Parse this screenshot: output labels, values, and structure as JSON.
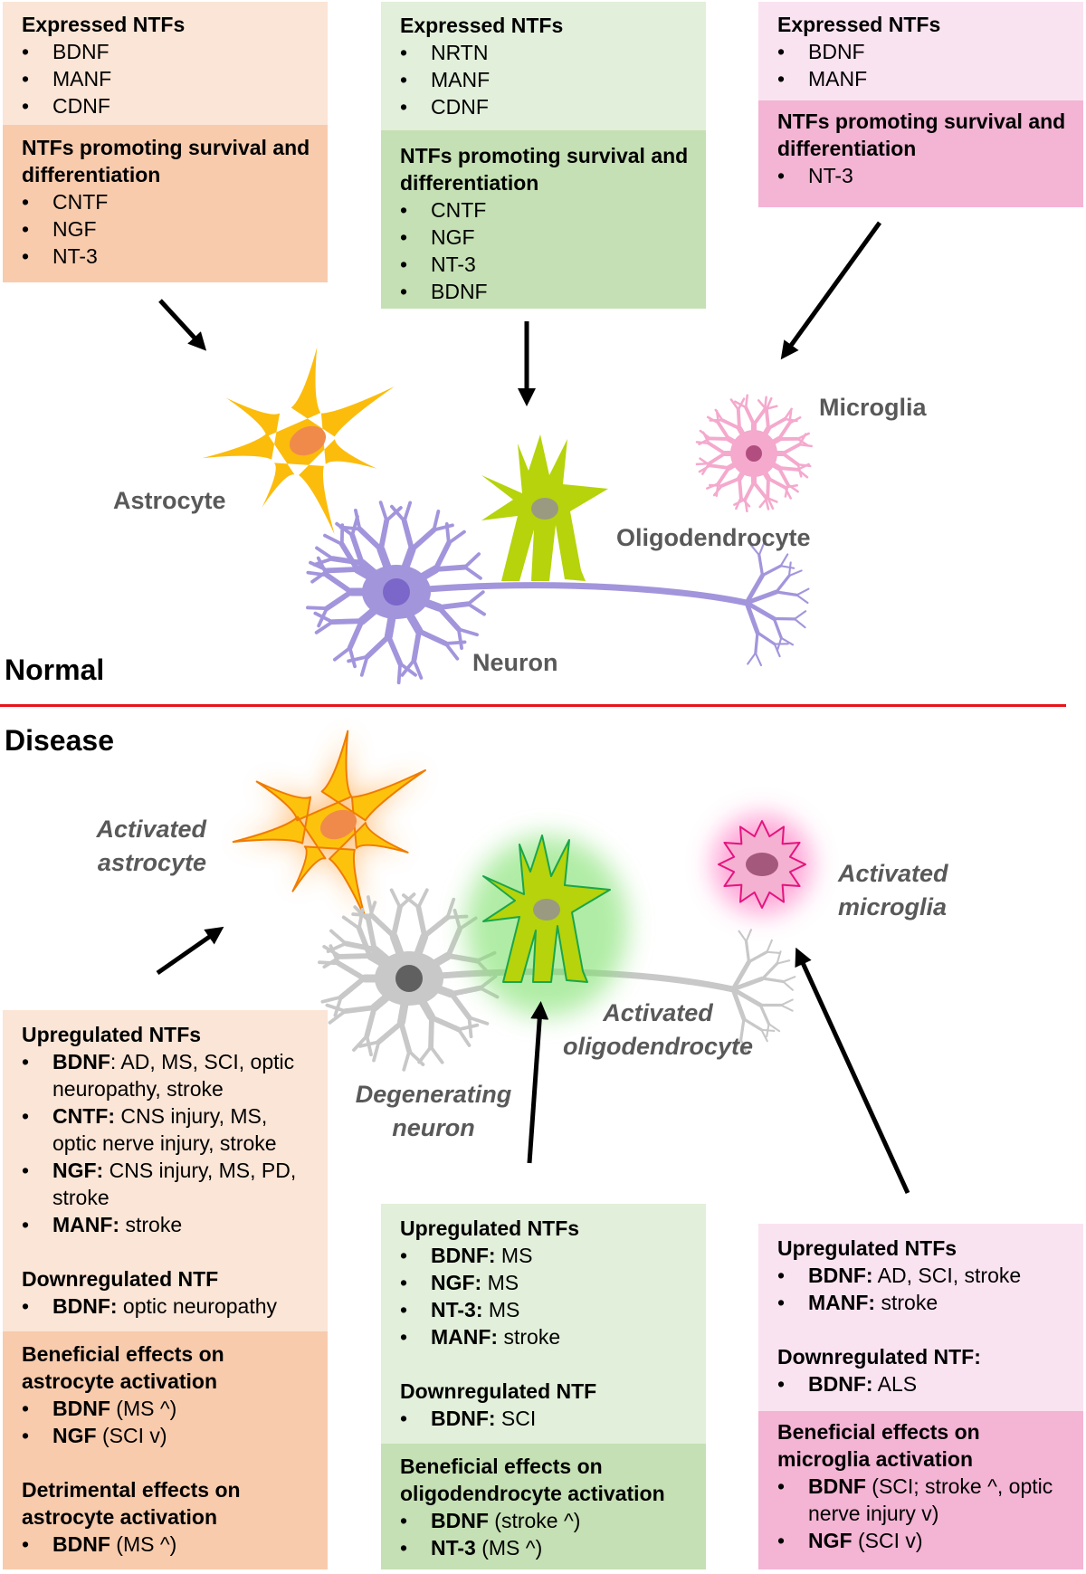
{
  "colors": {
    "astrocyte_light": "#fbe5d6",
    "astrocyte_dark": "#f8cbad",
    "oligo_light": "#e2efda",
    "oligo_dark": "#c5e0b4",
    "microglia_light": "#fae3f0",
    "microglia_dark": "#f4b4d4",
    "divider": "#e8141b",
    "label": "#595959"
  },
  "states": {
    "normal": "Normal",
    "disease": "Disease"
  },
  "labels": {
    "astrocyte": "Astrocyte",
    "microglia": "Microglia",
    "oligodendrocyte": "Oligodendrocyte",
    "neuron": "Neuron",
    "activated_astrocyte": [
      "Activated",
      "astrocyte"
    ],
    "activated_microglia": [
      "Activated",
      "microglia"
    ],
    "activated_oligodendrocyte": [
      "Activated",
      "oligodendrocyte"
    ],
    "degenerating_neuron": [
      "Degenerating",
      "neuron"
    ]
  },
  "boxes": [
    {
      "id": "normal-astrocyte",
      "theme": "astrocyte",
      "parts": [
        {
          "sections": [
            {
              "heading": "Expressed NTFs",
              "items": [
                {
                  "b": "",
                  "t": "BDNF"
                },
                {
                  "b": "",
                  "t": "MANF"
                },
                {
                  "b": "",
                  "t": "CDNF"
                }
              ]
            }
          ]
        },
        {
          "sections": [
            {
              "heading": "NTFs promoting survival and differentiation",
              "items": [
                {
                  "b": "",
                  "t": "CNTF"
                },
                {
                  "b": "",
                  "t": "NGF"
                },
                {
                  "b": "",
                  "t": "NT-3"
                }
              ]
            }
          ]
        }
      ]
    },
    {
      "id": "normal-oligo",
      "theme": "oligo",
      "parts": [
        {
          "sections": [
            {
              "heading": "Expressed NTFs",
              "items": [
                {
                  "b": "",
                  "t": "NRTN"
                },
                {
                  "b": "",
                  "t": "MANF"
                },
                {
                  "b": "",
                  "t": "CDNF"
                }
              ]
            }
          ]
        },
        {
          "sections": [
            {
              "heading": "NTFs promoting survival and differentiation",
              "items": [
                {
                  "b": "",
                  "t": "CNTF"
                },
                {
                  "b": "",
                  "t": "NGF"
                },
                {
                  "b": "",
                  "t": "NT-3"
                },
                {
                  "b": "",
                  "t": "BDNF"
                }
              ]
            }
          ]
        }
      ]
    },
    {
      "id": "normal-microglia",
      "theme": "microglia",
      "parts": [
        {
          "sections": [
            {
              "heading": "Expressed NTFs",
              "items": [
                {
                  "b": "",
                  "t": "BDNF"
                },
                {
                  "b": "",
                  "t": "MANF"
                }
              ]
            }
          ]
        },
        {
          "sections": [
            {
              "heading": "NTFs promoting survival and differentiation",
              "items": [
                {
                  "b": "",
                  "t": "NT-3"
                }
              ]
            }
          ]
        }
      ]
    },
    {
      "id": "disease-astrocyte",
      "theme": "astrocyte",
      "parts": [
        {
          "sections": [
            {
              "heading": "Upregulated NTFs",
              "items": [
                {
                  "b": "BDNF",
                  "t": ": AD, MS, SCI, optic neuropathy, stroke"
                },
                {
                  "b": "CNTF:",
                  "t": " CNS injury, MS, optic nerve injury, stroke"
                },
                {
                  "b": "NGF:",
                  "t": " CNS injury, MS, PD, stroke"
                },
                {
                  "b": "MANF:",
                  "t": " stroke"
                }
              ]
            },
            {
              "heading": "Downregulated NTF",
              "items": [
                {
                  "b": "BDNF:",
                  "t": " optic neuropathy"
                }
              ]
            }
          ]
        },
        {
          "sections": [
            {
              "heading": "Beneficial effects on astrocyte activation",
              "items": [
                {
                  "b": "BDNF",
                  "t": " (MS ^)"
                },
                {
                  "b": "NGF",
                  "t": " (SCI v)"
                }
              ]
            },
            {
              "heading": "Detrimental effects on astrocyte activation",
              "items": [
                {
                  "b": "BDNF",
                  "t": " (MS ^)"
                }
              ]
            }
          ]
        }
      ]
    },
    {
      "id": "disease-oligo",
      "theme": "oligo",
      "parts": [
        {
          "sections": [
            {
              "heading": "Upregulated NTFs",
              "items": [
                {
                  "b": "BDNF:",
                  "t": " MS"
                },
                {
                  "b": "NGF:",
                  "t": " MS"
                },
                {
                  "b": "NT-3:",
                  "t": " MS"
                },
                {
                  "b": "MANF:",
                  "t": " stroke"
                }
              ]
            },
            {
              "heading": "Downregulated NTF",
              "items": [
                {
                  "b": "BDNF:",
                  "t": " SCI"
                }
              ]
            }
          ]
        },
        {
          "sections": [
            {
              "heading": "Beneficial effects on oligodendrocyte activation",
              "items": [
                {
                  "b": "BDNF",
                  "t": " (stroke ^)"
                },
                {
                  "b": "NT-3",
                  "t": " (MS ^)"
                }
              ]
            }
          ]
        }
      ]
    },
    {
      "id": "disease-microglia",
      "theme": "microglia",
      "parts": [
        {
          "sections": [
            {
              "heading": "Upregulated NTFs",
              "items": [
                {
                  "b": "BDNF:",
                  "t": " AD, SCI, stroke"
                },
                {
                  "b": "MANF:",
                  "t": " stroke"
                }
              ]
            },
            {
              "heading": "Downregulated NTF:",
              "items": [
                {
                  "b": "BDNF:",
                  "t": " ALS"
                }
              ]
            }
          ]
        },
        {
          "sections": [
            {
              "heading": "Beneficial effects on microglia activation",
              "items": [
                {
                  "b": "BDNF",
                  "t": " (SCI; stroke ^, optic nerve injury v)"
                },
                {
                  "b": "NGF",
                  "t": " (SCI v)"
                }
              ]
            }
          ]
        }
      ]
    }
  ]
}
